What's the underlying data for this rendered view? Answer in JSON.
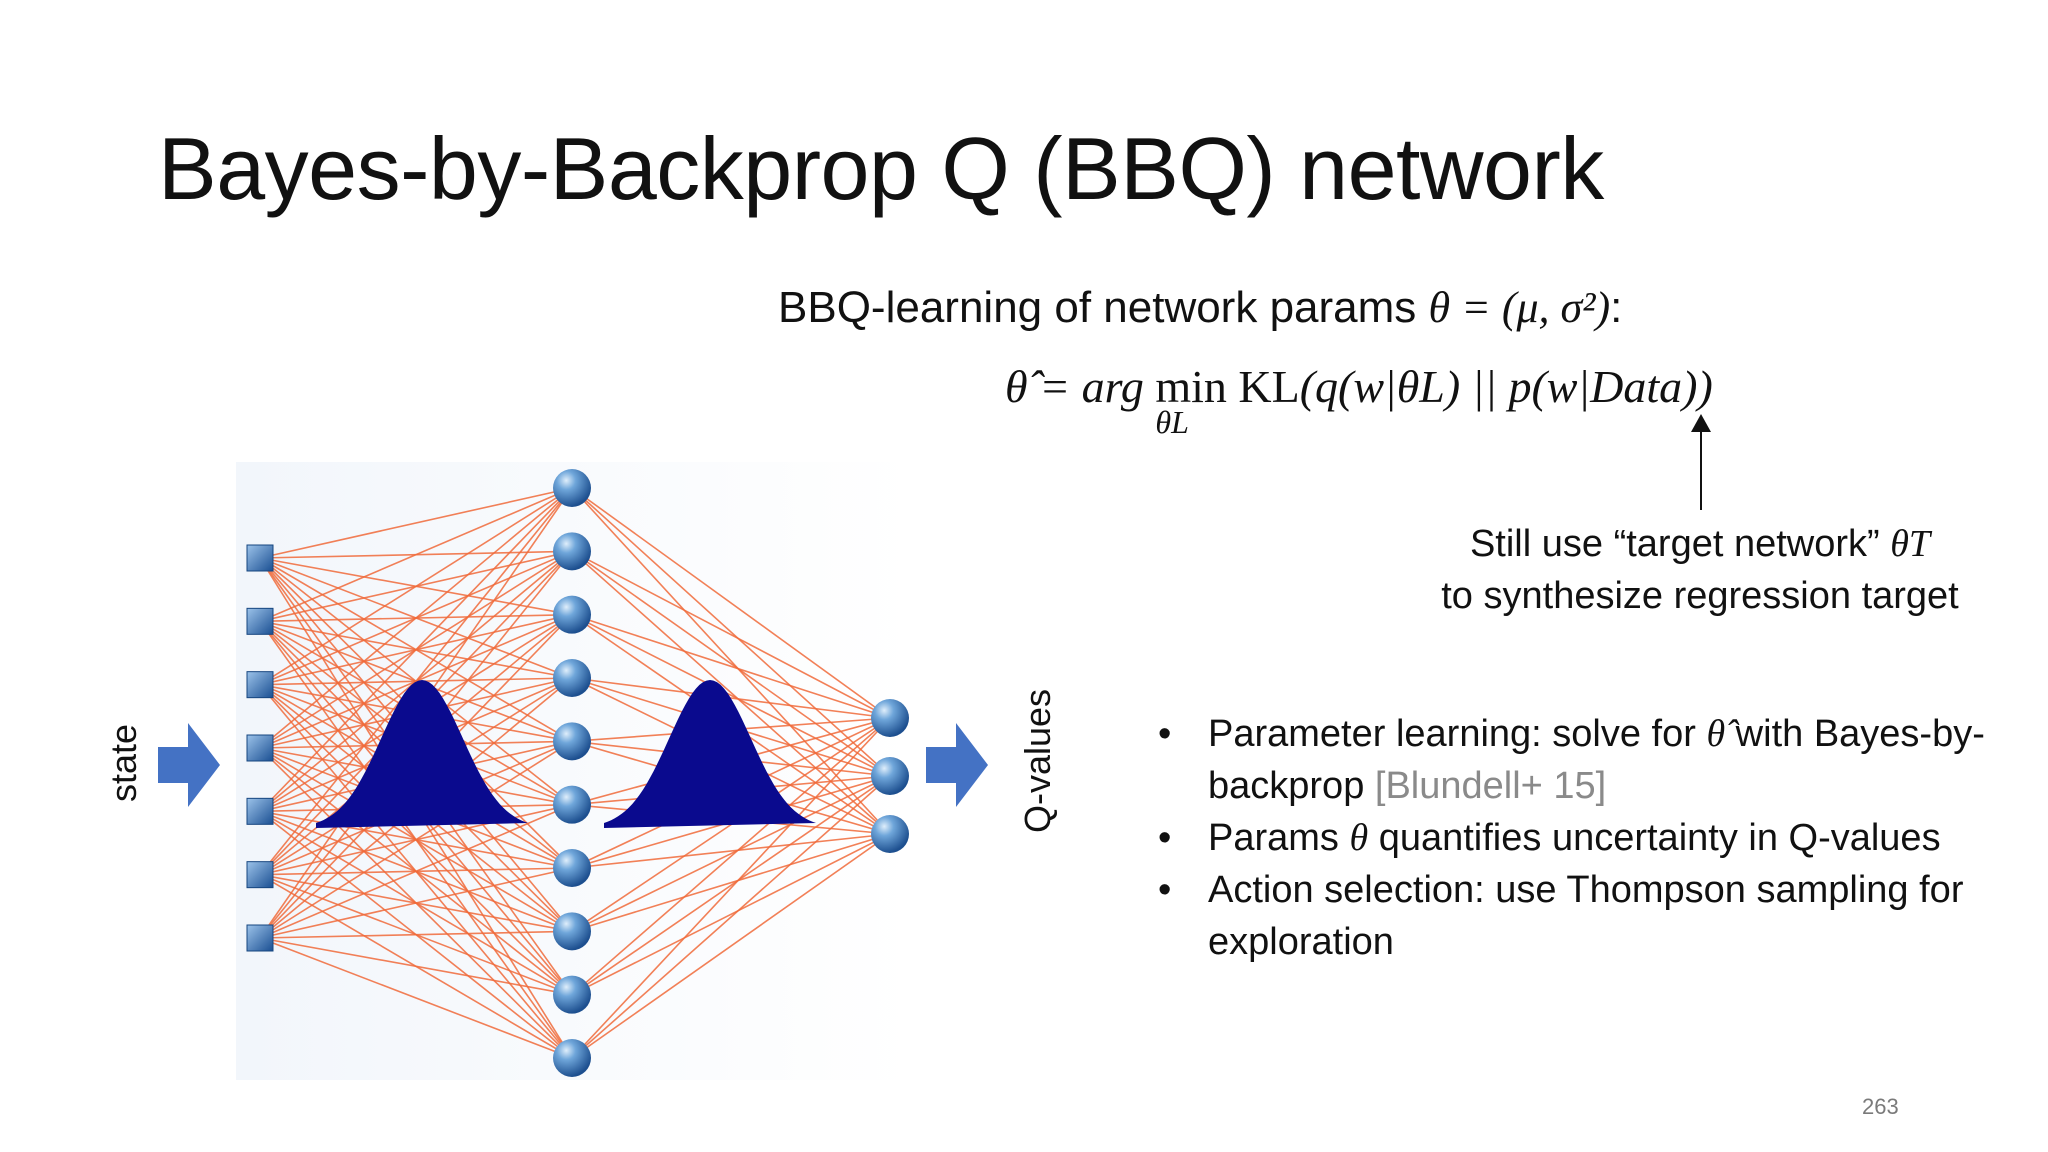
{
  "slide": {
    "title": "Bayes-by-Backprop Q (BBQ) network",
    "page_number": "263"
  },
  "heading": {
    "text": "BBQ-learning of network params ",
    "math": "θ = (μ, σ²)",
    "suffix": ":"
  },
  "equation": {
    "lhs": "θ̂ = arg",
    "min": "min",
    "min_sub": "θL",
    "rhs_kl": "KL",
    "rhs": "(q(w|θL) || p(w|Data))"
  },
  "annotation": {
    "line1_text": "Still use “target network” ",
    "line1_math": "θT",
    "line2": "to synthesize regression target"
  },
  "bullets": [
    {
      "pre": "Parameter learning: solve for ",
      "math": "θ̂",
      "post": " with Bayes-by-backprop ",
      "cite": "[Blundell+ 15]"
    },
    {
      "pre": "Params ",
      "math": "θ",
      "post": " quantifies uncertainty in Q-values",
      "cite": ""
    },
    {
      "pre": "Action selection: use Thompson sampling for exploration",
      "math": "",
      "post": "",
      "cite": ""
    }
  ],
  "diagram": {
    "input_label": "state",
    "output_label": "Q-values",
    "input_nodes": 7,
    "hidden_nodes": 10,
    "output_nodes": 3,
    "colors": {
      "edge": "#f06a3a",
      "distribution": "#0a0a8e",
      "arrow": "#4472c4",
      "node": "#2f6db5",
      "input_node": "#1f5fa8"
    }
  }
}
